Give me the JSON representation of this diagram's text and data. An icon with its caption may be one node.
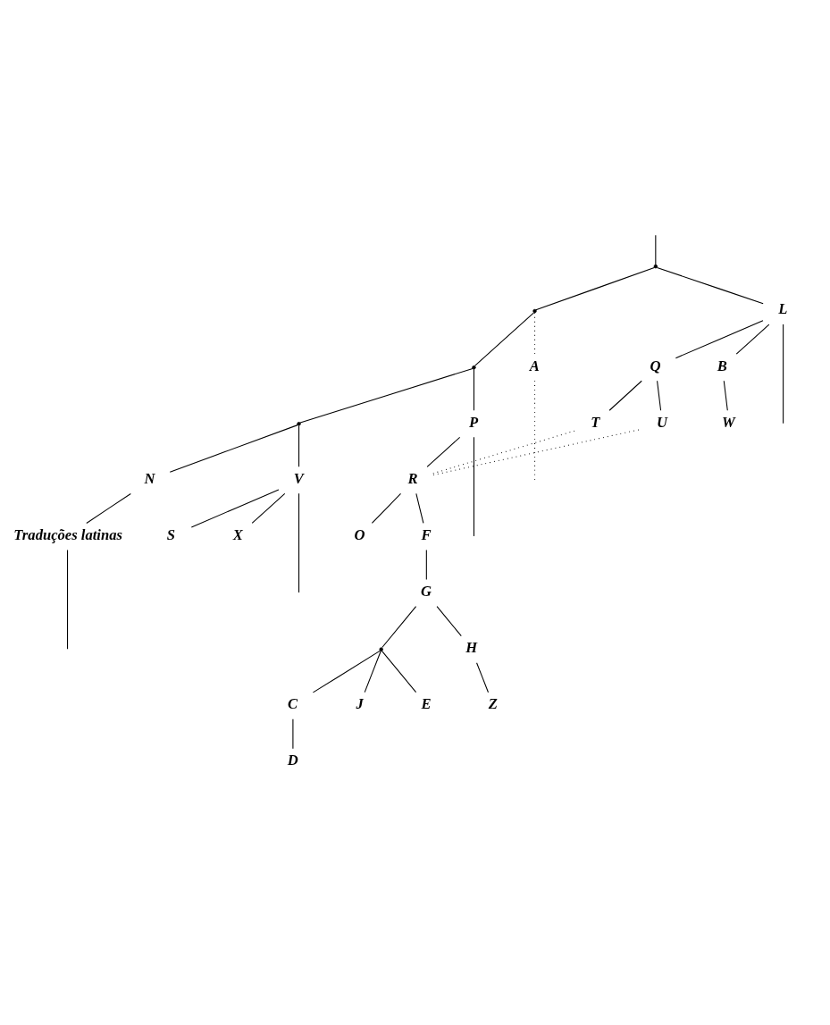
{
  "diagram": {
    "nodes": [
      {
        "text": [],
        "shape": "point"
      },
      {
        "text": [],
        "shape": "point"
      },
      {
        "text": [],
        "shape": "point"
      },
      {
        "text": [
          "A"
        ]
      },
      {
        "text": [
          "L"
        ]
      },
      {
        "text": [],
        "shape": "point"
      },
      {
        "text": [
          "N"
        ]
      },
      {
        "text": [
          "V"
        ]
      },
      {
        "text": [
          "P"
        ]
      },
      {
        "text": [
          "Traduções latinas"
        ]
      },
      {
        "text": [
          "S"
        ]
      },
      {
        "text": [
          "Q"
        ]
      },
      {
        "text": [
          "R"
        ]
      },
      {
        "text": [
          "X"
        ]
      },
      {
        "text": [
          "O"
        ]
      },
      {
        "text": [
          "F"
        ]
      },
      {
        "text": [
          "T"
        ]
      },
      {
        "text": [
          "U"
        ]
      },
      {
        "text": [
          "B"
        ]
      },
      {
        "text": [
          "G"
        ]
      },
      {
        "text": [],
        "shape": "point"
      },
      {
        "text": [
          "C"
        ]
      },
      {
        "text": [
          "H"
        ]
      },
      {
        "text": [
          "J"
        ]
      },
      {
        "text": [
          "E"
        ]
      },
      {
        "text": [
          "D"
        ]
      },
      {
        "text": [
          "Z"
        ]
      },
      {
        "text": [
          "W"
        ]
      }
    ],
    "edges": [
      {
        "from": null,
        "to": 0,
        "arrow": "none"
      },
      {
        "from": 0,
        "to": 1,
        "arrow": "none"
      },
      {
        "from": 0,
        "to": 4,
        "arrow": "none"
      },
      {
        "from": 1,
        "to": 2,
        "arrow": "none"
      },
      {
        "from": 1,
        "to": 3,
        "arrow": "none",
        "style": "dashed"
      },
      {
        "from": 2,
        "to": 5,
        "arrow": "none"
      },
      {
        "from": 2,
        "to": 8,
        "arrow": "none"
      },
      {
        "from": 5,
        "to": 6,
        "arrow": "none"
      },
      {
        "from": 5,
        "to": 7,
        "arrow": "none"
      },
      {
        "from": 6,
        "to": 9,
        "arrow": "none"
      },
      {
        "from": 9,
        "to": null,
        "arrow": "none"
      },
      {
        "from": 7,
        "to": 10,
        "arrow": "none"
      },
      {
        "from": 7,
        "to": 13,
        "arrow": "none"
      },
      {
        "from": 7,
        "to": null,
        "arrow": "none"
      },
      {
        "from": 8,
        "to": 12,
        "arrow": "none"
      },
      {
        "from": 8,
        "to": null,
        "arrow": "none"
      },
      {
        "from": 3,
        "to": null,
        "arrow": "none",
        "style": "dashed"
      },
      {
        "from": 4,
        "to": 11,
        "arrow": "none"
      },
      {
        "from": 4,
        "to": 18,
        "arrow": "none"
      },
      {
        "from": 4,
        "to": null,
        "arrow": "none"
      },
      {
        "from": 11,
        "to": 16,
        "arrow": "none"
      },
      {
        "from": 11,
        "to": 17,
        "arrow": "none"
      },
      {
        "from": 12,
        "to": 16,
        "arrow": "none",
        "style": "dashed"
      },
      {
        "from": 12,
        "to": 17,
        "arrow": "none",
        "style": "dashed"
      },
      {
        "from": 12,
        "to": 14,
        "arrow": "none"
      },
      {
        "from": 12,
        "to": 15,
        "arrow": "none"
      },
      {
        "from": 15,
        "to": 19,
        "arrow": "none"
      },
      {
        "from": 19,
        "to": 20,
        "arrow": "none"
      },
      {
        "from": 19,
        "to": 22,
        "arrow": "none"
      },
      {
        "from": 20,
        "to": 23,
        "arrow": "none"
      },
      {
        "from": 20,
        "to": 24,
        "arrow": "none"
      },
      {
        "from": 20,
        "to": 21,
        "arrow": "none"
      },
      {
        "from": 21,
        "to": 25,
        "arrow": "none"
      },
      {
        "from": 22,
        "to": 26,
        "arrow": "none"
      },
      {
        "from": 18,
        "to": 27,
        "arrow": "none"
      }
    ]
  }
}
